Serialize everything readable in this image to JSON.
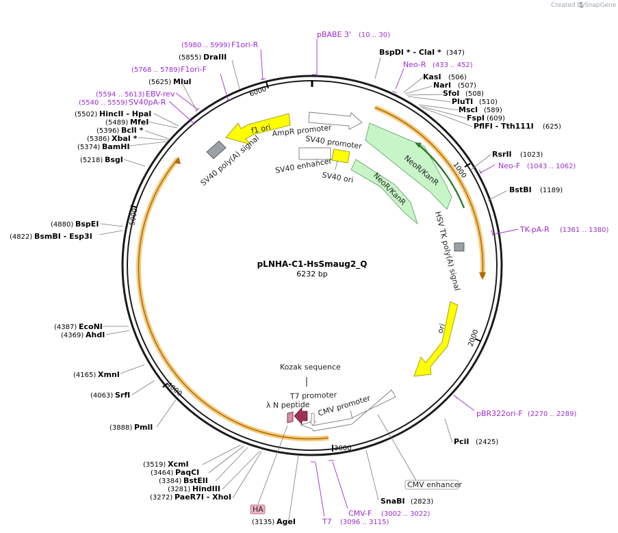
{
  "branding": {
    "created_by": "Created by",
    "product": "SnapGene"
  },
  "plasmid": {
    "name": "pLNHA-C1-HsSmaug2_Q",
    "length_label": "6232 bp"
  },
  "tick_labels": [
    "1000",
    "2000",
    "3000",
    "4000",
    "5000",
    "6000"
  ],
  "restriction_sites": [
    {
      "name": "BspDI *",
      "name2": "ClaI *",
      "pos": "(347)"
    },
    {
      "name": "KasI",
      "pos": "(506)"
    },
    {
      "name": "NarI",
      "pos": "(507)"
    },
    {
      "name": "SfoI",
      "pos": "(508)"
    },
    {
      "name": "PluTI",
      "pos": "(510)"
    },
    {
      "name": "MscI",
      "pos": "(589)"
    },
    {
      "name": "FspI",
      "pos": "(609)"
    },
    {
      "name": "PflFI",
      "name2": "Tth111I",
      "pos": "(625)"
    },
    {
      "name": "RsrII",
      "pos": "(1023)"
    },
    {
      "name": "BstBI",
      "pos": "(1189)"
    },
    {
      "name": "PciI",
      "pos": "(2425)"
    },
    {
      "name": "SnaBI",
      "pos": "(2823)"
    },
    {
      "name": "AgeI",
      "pos": "(3135)"
    },
    {
      "name": "PaeR7I",
      "name2": "XhoI",
      "pos": "(3272)"
    },
    {
      "name": "HindIII",
      "pos": "(3281)"
    },
    {
      "name": "BstEII",
      "pos": "(3384)"
    },
    {
      "name": "PaqCI",
      "pos": "(3464)"
    },
    {
      "name": "XcmI",
      "pos": "(3519)"
    },
    {
      "name": "PmlI",
      "pos": "(3888)"
    },
    {
      "name": "SrfI",
      "pos": "(4063)"
    },
    {
      "name": "XmnI",
      "pos": "(4165)"
    },
    {
      "name": "AhdI",
      "pos": "(4369)"
    },
    {
      "name": "EcoNI",
      "pos": "(4387)"
    },
    {
      "name": "BsmBI",
      "name2": "Esp3I",
      "pos": "(4822)"
    },
    {
      "name": "BspEI",
      "pos": "(4880)"
    },
    {
      "name": "BsgI",
      "pos": "(5218)"
    },
    {
      "name": "BamHI",
      "pos": "(5374)"
    },
    {
      "name": "XbaI *",
      "pos": "(5386)"
    },
    {
      "name": "BclI *",
      "pos": "(5396)"
    },
    {
      "name": "MfeI",
      "pos": "(5489)"
    },
    {
      "name": "HincII",
      "name2": "HpaI",
      "pos": "(5502)"
    },
    {
      "name": "MluI",
      "pos": "(5625)"
    },
    {
      "name": "DraIII",
      "pos": "(5855)"
    }
  ],
  "primers": [
    {
      "name": "pBABE 3'",
      "range": "(10 .. 30)"
    },
    {
      "name": "Neo-R",
      "range": "(433 .. 452)"
    },
    {
      "name": "Neo-F",
      "range": "(1043 .. 1062)"
    },
    {
      "name": "TK-pA-R",
      "range": "(1361 .. 1380)"
    },
    {
      "name": "pBR322ori-F",
      "range": "(2270 .. 2289)"
    },
    {
      "name": "CMV-F",
      "range": "(3002 .. 3022)"
    },
    {
      "name": "T7",
      "range": "(3096 .. 3115)"
    },
    {
      "name": "SV40pA-R",
      "range": "(5540 .. 5559)"
    },
    {
      "name": "EBV-rev",
      "range": "(5594 .. 5613)"
    },
    {
      "name": "F1ori-F",
      "range": "(5768 .. 5789)"
    },
    {
      "name": "F1ori-R",
      "range": "(5980 .. 5999)"
    }
  ],
  "features": {
    "f1_ori": "f1 ori",
    "ampr_promoter": "AmpR promoter",
    "sv40_promoter": "SV40 promoter",
    "sv40_enhancer": "SV40 enhancer",
    "sv40_ori": "SV40 ori",
    "sv40_polya": "SV40 poly(A) signal",
    "neo_outer": "NeoR/KanR",
    "neo_inner": "NeoR/KanR",
    "hsv_tk_polya": "HSV TK poly(A) signal",
    "ori": "ori",
    "cmv_promoter": "CMV promoter",
    "cmv_enhancer": "CMV enhancer",
    "t7_promoter": "T7 promoter",
    "kozak": "Kozak sequence",
    "lambda_n": "λ N peptide",
    "ha": "HA"
  },
  "colors": {
    "backbone": "#1a1a1a",
    "orf_orange": "#f5a623",
    "neo_green": "#c8f5c8",
    "ori_yellow": "#ffff00",
    "polya_gray": "#9aa0a8",
    "primer_purple": "#9b2bd0",
    "lambda_n": "#a0305a",
    "ha_fill": "#f0b4c4"
  }
}
